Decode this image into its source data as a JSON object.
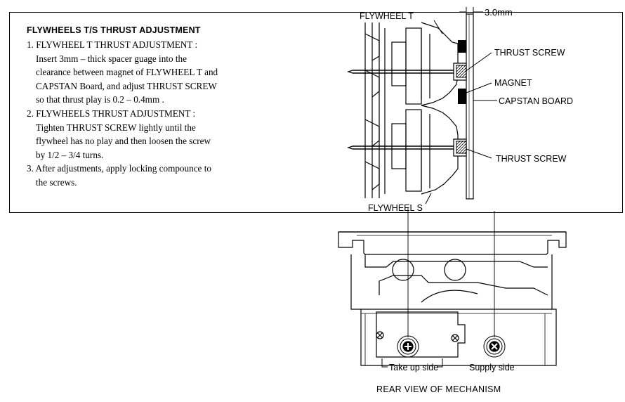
{
  "instructions": {
    "heading": "FLYWHEELS T/S THRUST ADJUSTMENT",
    "steps": [
      {
        "label": "1. FLYWHEEL T THRUST ADJUSTMENT :",
        "lines": [
          "Insert 3mm – thick spacer guage into the",
          "clearance between magnet of FLYWHEEL T and",
          "CAPSTAN Board, and adjust THRUST SCREW",
          "so that thrust play is 0.2 – 0.4mm ."
        ]
      },
      {
        "label": "2. FLYWHEELS THRUST ADJUSTMENT :",
        "lines": [
          "Tighten THRUST SCREW lightly until the",
          "flywheel has no play and then loosen the screw",
          "by 1/2 – 3/4 turns."
        ]
      },
      {
        "label": "3. After adjustments, apply locking compounce to",
        "lines": [
          "the screws."
        ]
      }
    ]
  },
  "diagram_labels": {
    "flywheel_t": "FLYWHEEL T",
    "gap": "3.0mm",
    "thrust_screw_top": "THRUST SCREW",
    "magnet": "MAGNET",
    "capstan_board": "CAPSTAN BOARD",
    "thrust_screw_bottom": "THRUST SCREW",
    "flywheel_s": "FLYWHEEL S",
    "take_up_side": "Take up side",
    "supply_side": "Supply side",
    "rear_view": "REAR VIEW OF MECHANISM"
  }
}
